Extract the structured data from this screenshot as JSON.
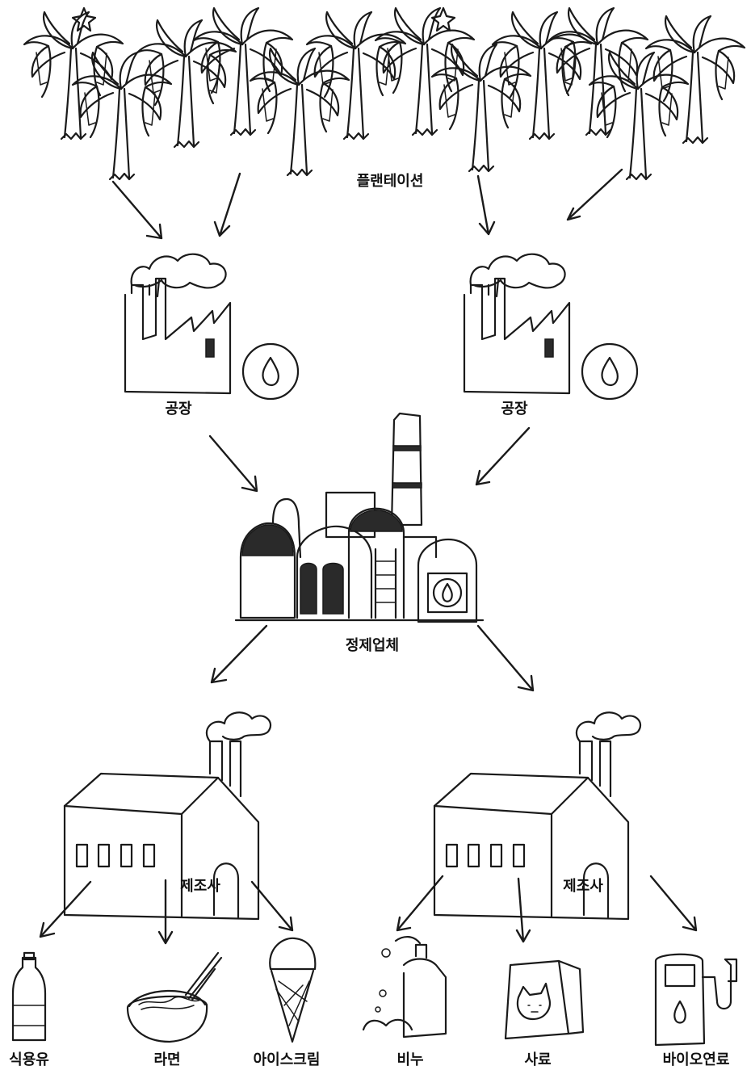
{
  "labels": {
    "plantation": "플랜테이션",
    "mill_left": "공장",
    "mill_right": "공장",
    "refinery": "정제업체",
    "manufacturer_left": "제조사",
    "manufacturer_right": "제조사"
  },
  "products": [
    {
      "label": "식용유",
      "icon": "oil-bottle-icon"
    },
    {
      "label": "라면",
      "icon": "noodle-bowl-icon"
    },
    {
      "label": "아이스크림",
      "icon": "ice-cream-icon"
    },
    {
      "label": "비누",
      "icon": "soap-icon"
    },
    {
      "label": "사료",
      "icon": "pet-food-icon"
    },
    {
      "label": "바이오연료",
      "icon": "fuel-pump-icon"
    }
  ],
  "icons": {
    "plantation": "palm-trees-icon",
    "mill": "factory-oil-drop-icon",
    "refinery": "refinery-icon",
    "manufacturer": "factory-building-icon"
  }
}
